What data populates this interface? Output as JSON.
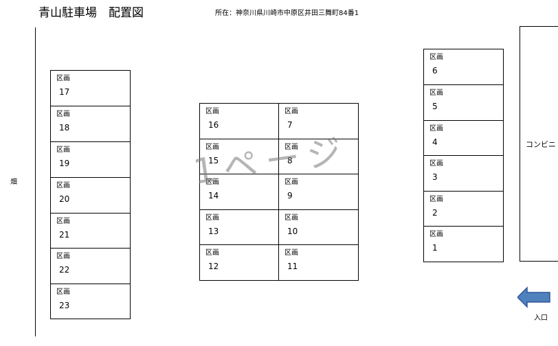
{
  "header": {
    "title": "青山駐車場　配置図",
    "address": "所在：神奈川県川崎市中原区井田三舞町84番1"
  },
  "map": {
    "field_label": "畑",
    "store_label": "コンビニ",
    "entrance_label": "入口",
    "watermark": "1ページ",
    "arrow_color": "#4f81bd"
  },
  "stalls": [
    {
      "label": "区画",
      "number": "17"
    },
    {
      "label": "区画",
      "number": "18"
    },
    {
      "label": "区画",
      "number": "19"
    },
    {
      "label": "区画",
      "number": "20"
    },
    {
      "label": "区画",
      "number": "21"
    },
    {
      "label": "区画",
      "number": "22"
    },
    {
      "label": "区画",
      "number": "23"
    },
    {
      "label": "区画",
      "number": "16"
    },
    {
      "label": "区画",
      "number": "15"
    },
    {
      "label": "区画",
      "number": "14"
    },
    {
      "label": "区画",
      "number": "13"
    },
    {
      "label": "区画",
      "number": "12"
    },
    {
      "label": "区画",
      "number": "7"
    },
    {
      "label": "区画",
      "number": "8"
    },
    {
      "label": "区画",
      "number": "9"
    },
    {
      "label": "区画",
      "number": "10"
    },
    {
      "label": "区画",
      "number": "11"
    },
    {
      "label": "区画",
      "number": "6"
    },
    {
      "label": "区画",
      "number": "5"
    },
    {
      "label": "区画",
      "number": "4"
    },
    {
      "label": "区画",
      "number": "3"
    },
    {
      "label": "区画",
      "number": "2"
    },
    {
      "label": "区画",
      "number": "1"
    }
  ]
}
